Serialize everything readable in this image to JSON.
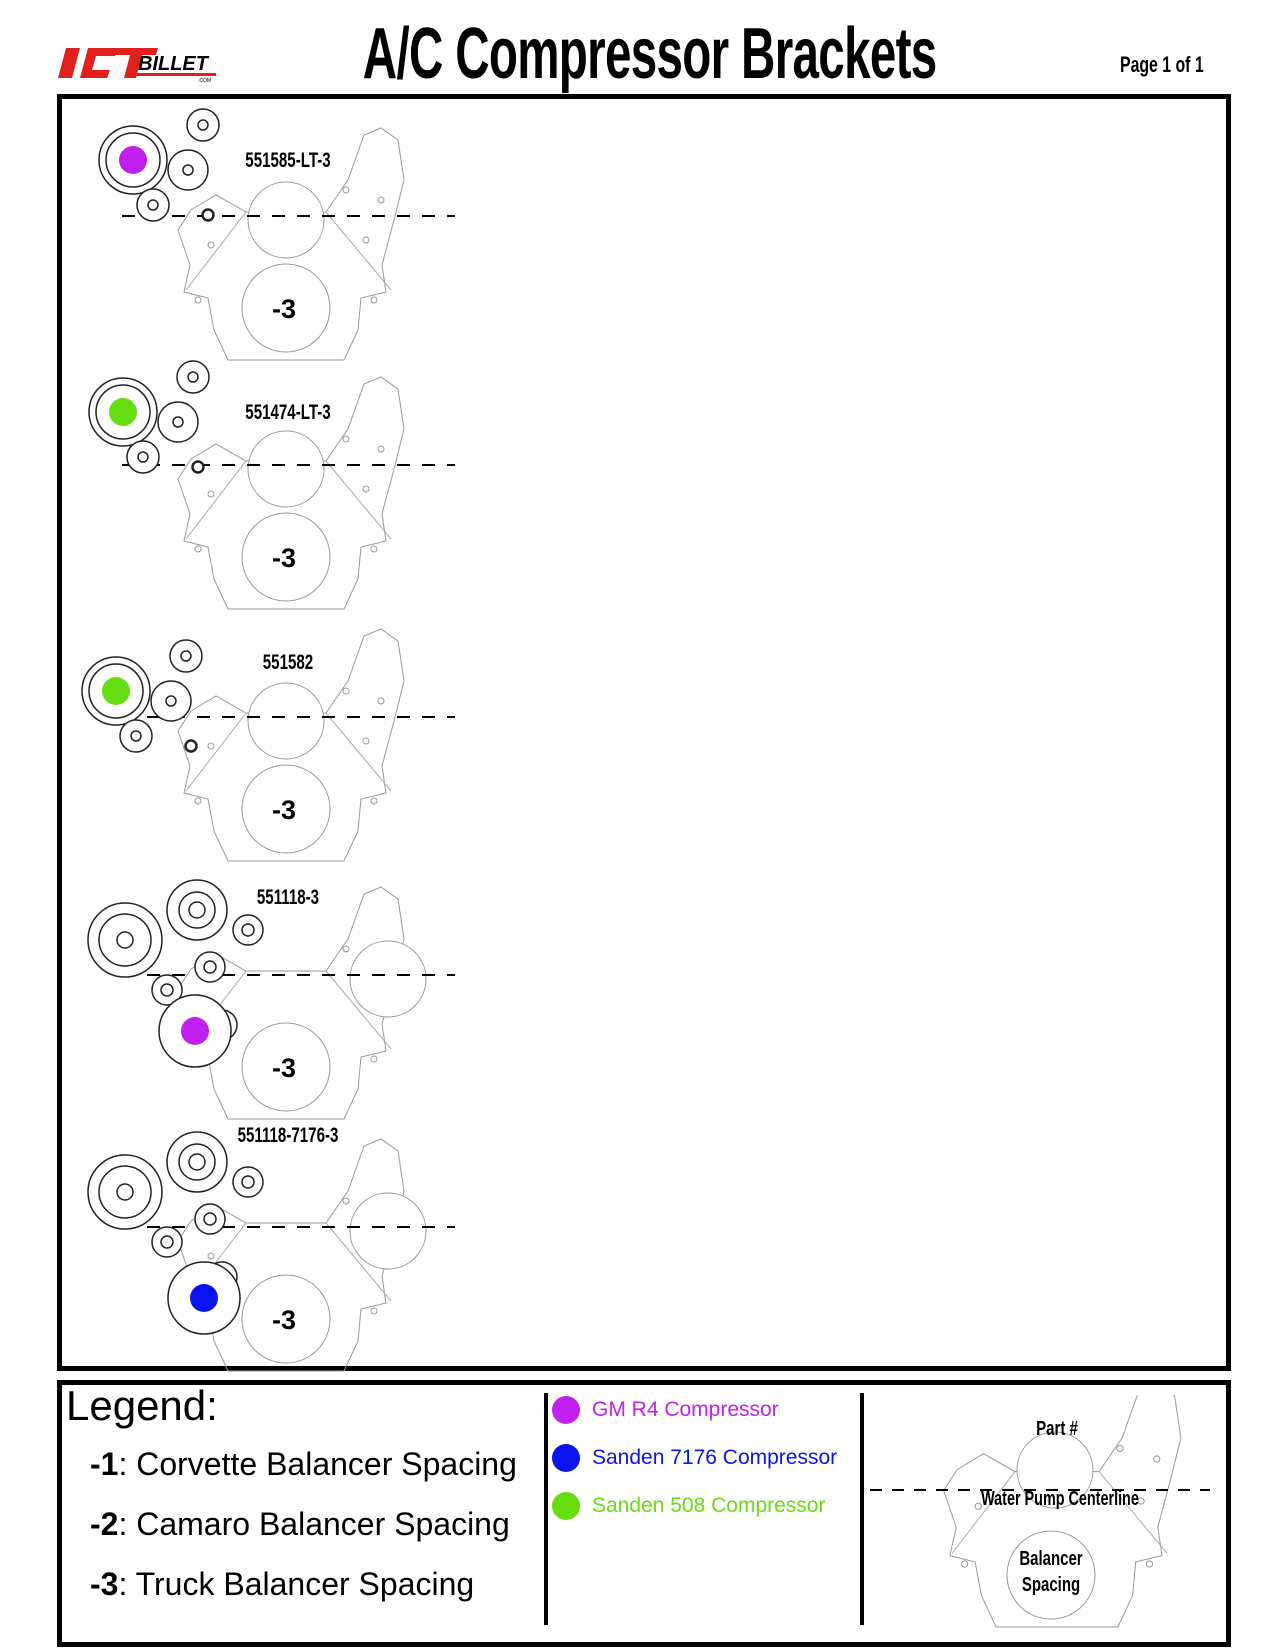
{
  "header": {
    "logo_text": "ICT BILLET",
    "title": "A/C Compressor Brackets",
    "page": "Page 1 of 1"
  },
  "brackets": [
    {
      "part": "551585-LT-3",
      "compressor": "GM R4 Compressor",
      "color": "#c020f0",
      "spacing": "-3"
    },
    {
      "part": "551474-LT-3",
      "compressor": "Sanden 508 Compressor",
      "color": "#66dd11",
      "spacing": "-3"
    },
    {
      "part": "551582",
      "compressor": "Sanden 508 Compressor",
      "color": "#66dd11",
      "spacing": "-3"
    },
    {
      "part": "551118-3",
      "compressor": "GM R4 Compressor",
      "color": "#c020f0",
      "spacing": "-3"
    },
    {
      "part": "551118-7176-3",
      "compressor": "Sanden 7176 Compressor",
      "color": "#0a14f0",
      "spacing": "-3"
    }
  ],
  "legend": {
    "title": "Legend:",
    "spacings": [
      {
        "code": "-1",
        "label": ": Corvette Balancer Spacing"
      },
      {
        "code": "-2",
        "label": ": Camaro Balancer Spacing"
      },
      {
        "code": "-3",
        "label": ": Truck Balancer Spacing"
      }
    ],
    "compressors": [
      {
        "label": "GM R4 Compressor",
        "color": "#c020f0"
      },
      {
        "label": "Sanden 7176 Compressor",
        "color": "#0a14f0"
      },
      {
        "label": "Sanden 508 Compressor",
        "color": "#66dd11"
      }
    ],
    "diagram": {
      "part": "Part #",
      "centerline": "Water Pump Centerline",
      "balancer_1": "Balancer",
      "balancer_2": "Spacing"
    }
  }
}
